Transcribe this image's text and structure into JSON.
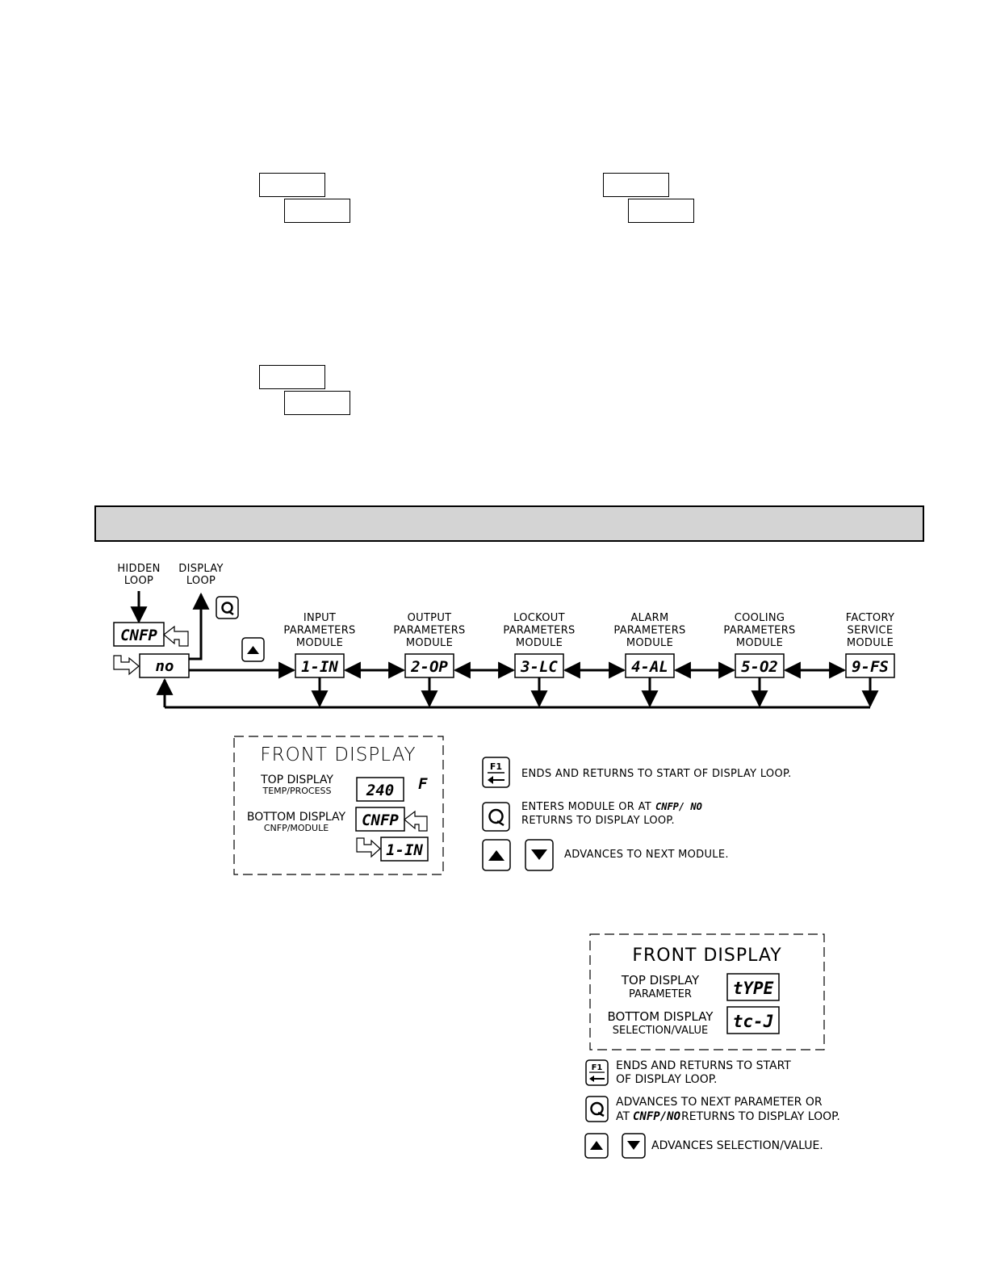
{
  "diagram": {
    "loop_labels": {
      "hidden": [
        "HIDDEN",
        "LOOP"
      ],
      "display": [
        "DISPLAY",
        "LOOP"
      ]
    },
    "cnfp_code": "CNFP",
    "no_code": "no",
    "modules": [
      {
        "lines": [
          "INPUT",
          "PARAMETERS",
          "MODULE"
        ],
        "code": "1-IN"
      },
      {
        "lines": [
          "OUTPUT",
          "PARAMETERS",
          "MODULE"
        ],
        "code": "2-OP"
      },
      {
        "lines": [
          "LOCKOUT",
          "PARAMETERS",
          "MODULE"
        ],
        "code": "3-LC"
      },
      {
        "lines": [
          "ALARM",
          "PARAMETERS",
          "MODULE"
        ],
        "code": "4-AL"
      },
      {
        "lines": [
          "COOLING",
          "PARAMETERS",
          "MODULE"
        ],
        "code": "5-O2"
      },
      {
        "lines": [
          "FACTORY",
          "SERVICE",
          "MODULE"
        ],
        "code": "9-FS"
      }
    ]
  },
  "front_display_1": {
    "title": "FRONT DISPLAY",
    "top_label": "TOP DISPLAY",
    "top_sub": "TEMP/PROCESS",
    "top_value": "240",
    "unit": "F",
    "bottom_label": "BOTTOM DISPLAY",
    "bottom_sub": "CNFP/MODULE",
    "bottom_value": "CNFP",
    "bottom_value2": "1-IN"
  },
  "legend_1": {
    "f1_key": "F1",
    "f1_text": "ENDS AND RETURNS TO START OF DISPLAY LOOP.",
    "loop_text_1": "ENTERS MODULE OR AT",
    "loop_code": "CNFP/ NO",
    "loop_text_2": "RETURNS TO DISPLAY LOOP.",
    "arrows_text": "ADVANCES TO NEXT MODULE."
  },
  "front_display_2": {
    "title": "FRONT DISPLAY",
    "top_label": "TOP DISPLAY",
    "top_sub": "PARAMETER",
    "top_value": "tYPE",
    "bottom_label": "BOTTOM DISPLAY",
    "bottom_sub": "SELECTION/VALUE",
    "bottom_value": "tc-J"
  },
  "legend_2": {
    "f1_key": "F1",
    "f1_text_1": "ENDS AND RETURNS TO START",
    "f1_text_2": "OF DISPLAY LOOP.",
    "loop_text_1": "ADVANCES TO NEXT PARAMETER OR",
    "loop_prefix": "AT",
    "loop_code": "CNFP/NO",
    "loop_text_2": "RETURNS TO DISPLAY LOOP.",
    "arrows_text": "ADVANCES SELECTION/VALUE."
  }
}
